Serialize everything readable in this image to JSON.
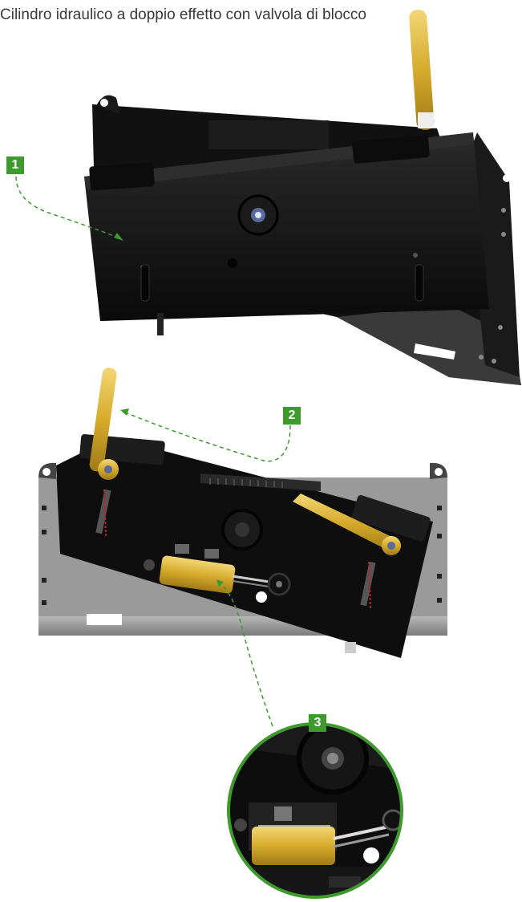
{
  "caption": "Cilindro idraulico a doppio effetto con valvola di blocco",
  "callouts": [
    {
      "number": "1"
    },
    {
      "number": "2"
    },
    {
      "number": "3"
    }
  ],
  "colors": {
    "accent": "#3f9a2e",
    "arrow": "#3f9a2e",
    "body": "#141414",
    "handle": "#e9c23a",
    "cylinder": "#d9b23a",
    "steel": "#9a9a9a"
  }
}
